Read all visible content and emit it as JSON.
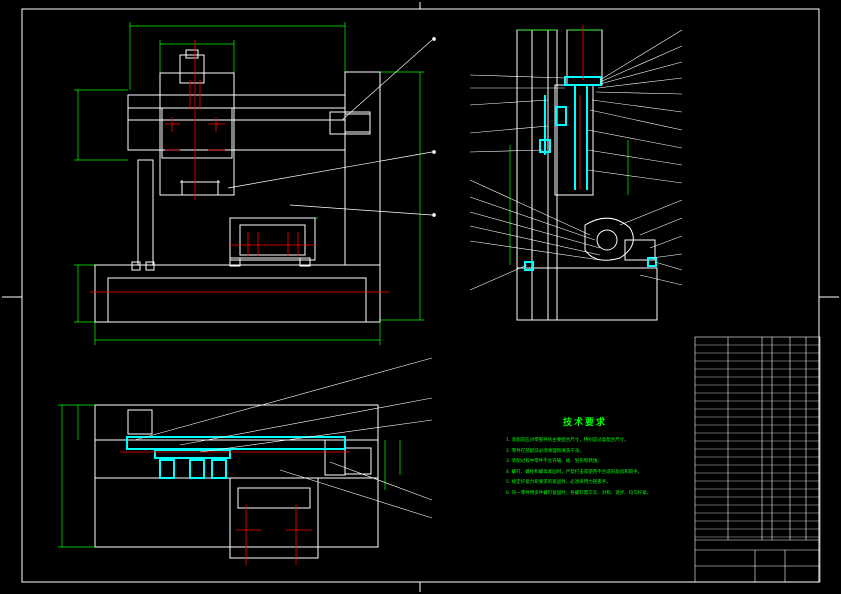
{
  "tech_requirements": {
    "title": "技术要求",
    "notes": [
      "1. 装配前应对零部件的主要配合尺寸，特别是过盈配合尺寸。",
      "2. 零件在装配前必须清理和清洗干净。",
      "3. 装配过程中零件不允许磕、碰、划伤和锈蚀。",
      "4. 螺钉、螺栓和螺母紧固时，严禁打击或使用不合适的旋具和扳手。",
      "5. 规定拧紧力矩要求的紧固件，必须采用力矩扳手。",
      "6. 同一零件用多件螺钉紧固时，各螺钉需交叉、对称、逐步、均匀拧紧。"
    ]
  },
  "colors": {
    "background": "#000000",
    "outline": "#ffffff",
    "dimension": "#00ff00",
    "centerline": "#ff0000",
    "highlight": "#00ffff",
    "frame": "#ffffff"
  }
}
